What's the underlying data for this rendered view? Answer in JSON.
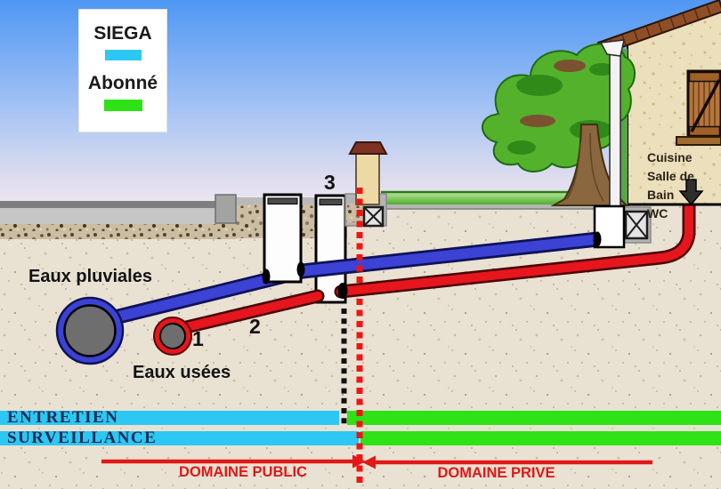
{
  "legend": {
    "items": [
      {
        "label": "SIEGA",
        "color": "#2cc7f2"
      },
      {
        "label": "Abonné",
        "color": "#2ee215"
      }
    ]
  },
  "labels": {
    "eaux_pluviales": "Eaux pluviales",
    "eaux_usees": "Eaux usées",
    "marker_1": "1",
    "marker_2": "2",
    "marker_3": "3"
  },
  "house": {
    "rooms": [
      {
        "label": "Cuisine"
      },
      {
        "label": "Salle de Bain"
      },
      {
        "label": "WC"
      }
    ]
  },
  "bands": {
    "entretien": "ENTRETIEN",
    "surveillance": "SURVEILLANCE",
    "siega_color": "#2cc7f2",
    "abonne_color": "#2ee215"
  },
  "domains": {
    "public": "DOMAINE PUBLIC",
    "prive": "DOMAINE PRIVE",
    "arrow_color": "#e01818"
  },
  "colors": {
    "pipe_pluvial": "#3c42d4",
    "pipe_usees": "#e5161d",
    "property_limit_dots": "#ef1515",
    "branch_limit_dots": "#111111"
  }
}
